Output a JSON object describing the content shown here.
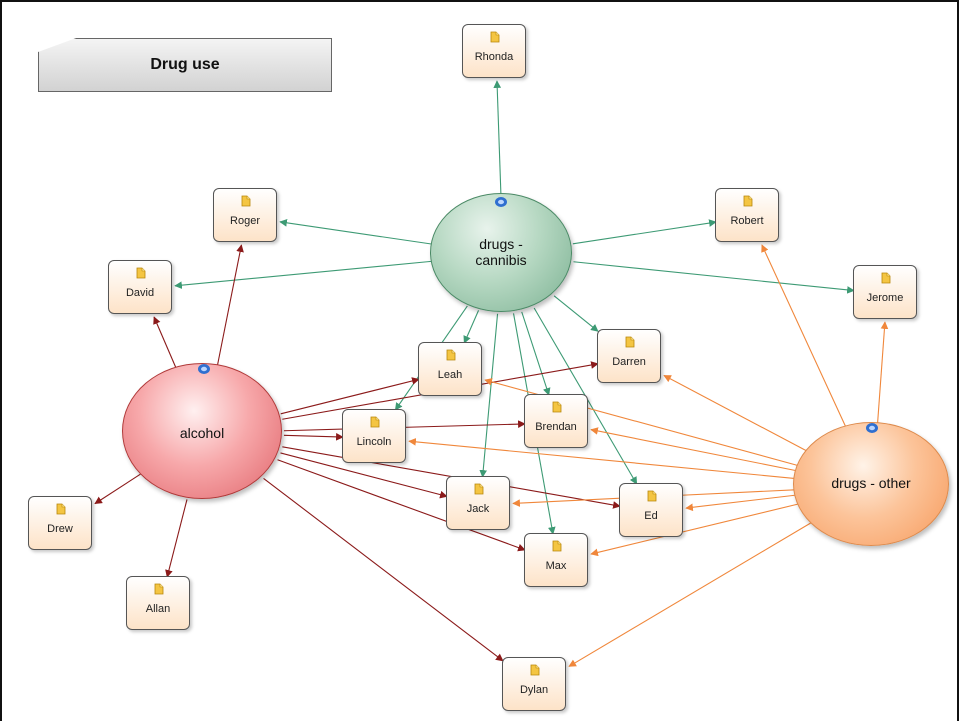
{
  "title": "Drug use",
  "hubs": {
    "cannibis": {
      "line1": "drugs -",
      "line2": "cannibis",
      "color": "#3d9a74"
    },
    "alcohol": {
      "label": "alcohol",
      "color": "#8b1a1a"
    },
    "other": {
      "label": "drugs - other",
      "color": "#f0873b"
    }
  },
  "nodes": {
    "rhonda": "Rhonda",
    "roger": "Roger",
    "robert": "Robert",
    "david": "David",
    "jerome": "Jerome",
    "leah": "Leah",
    "darren": "Darren",
    "brendan": "Brendan",
    "lincoln": "Lincoln",
    "jack": "Jack",
    "ed": "Ed",
    "max": "Max",
    "drew": "Drew",
    "allan": "Allan",
    "dylan": "Dylan"
  },
  "edges": [
    {
      "from": "cannibis",
      "to": "rhonda"
    },
    {
      "from": "cannibis",
      "to": "roger"
    },
    {
      "from": "cannibis",
      "to": "david"
    },
    {
      "from": "cannibis",
      "to": "robert"
    },
    {
      "from": "cannibis",
      "to": "jerome"
    },
    {
      "from": "cannibis",
      "to": "leah"
    },
    {
      "from": "cannibis",
      "to": "lincoln"
    },
    {
      "from": "cannibis",
      "to": "jack"
    },
    {
      "from": "cannibis",
      "to": "brendan"
    },
    {
      "from": "cannibis",
      "to": "max"
    },
    {
      "from": "cannibis",
      "to": "ed"
    },
    {
      "from": "cannibis",
      "to": "darren"
    },
    {
      "from": "alcohol",
      "to": "david"
    },
    {
      "from": "alcohol",
      "to": "roger"
    },
    {
      "from": "alcohol",
      "to": "leah"
    },
    {
      "from": "alcohol",
      "to": "darren"
    },
    {
      "from": "alcohol",
      "to": "lincoln"
    },
    {
      "from": "alcohol",
      "to": "brendan"
    },
    {
      "from": "alcohol",
      "to": "jack"
    },
    {
      "from": "alcohol",
      "to": "ed"
    },
    {
      "from": "alcohol",
      "to": "max"
    },
    {
      "from": "alcohol",
      "to": "drew"
    },
    {
      "from": "alcohol",
      "to": "allan"
    },
    {
      "from": "alcohol",
      "to": "dylan"
    },
    {
      "from": "other",
      "to": "robert"
    },
    {
      "from": "other",
      "to": "jerome"
    },
    {
      "from": "other",
      "to": "darren"
    },
    {
      "from": "other",
      "to": "leah"
    },
    {
      "from": "other",
      "to": "brendan"
    },
    {
      "from": "other",
      "to": "lincoln"
    },
    {
      "from": "other",
      "to": "jack"
    },
    {
      "from": "other",
      "to": "ed"
    },
    {
      "from": "other",
      "to": "max"
    },
    {
      "from": "other",
      "to": "dylan"
    }
  ]
}
